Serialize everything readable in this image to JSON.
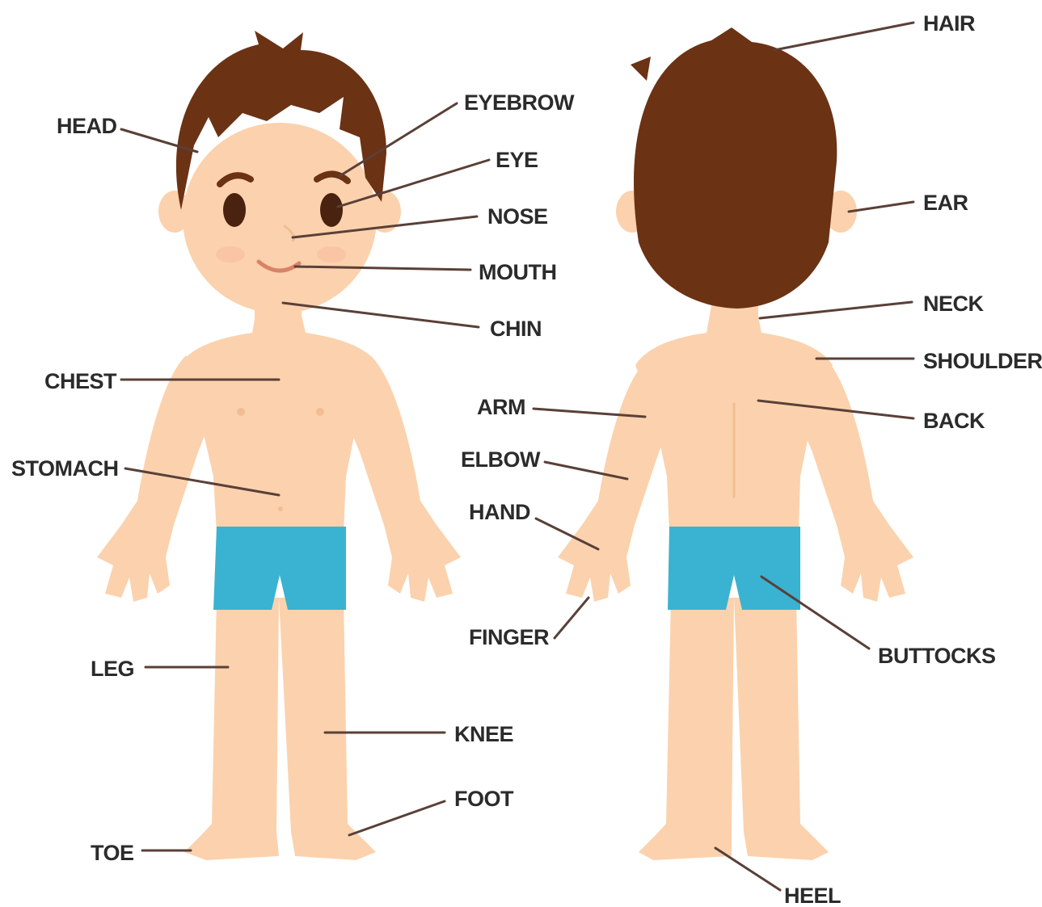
{
  "colors": {
    "skin": "#fbd2ad",
    "skin_shade": "#f3bd93",
    "hair": "#6b3214",
    "shorts": "#39b3d1",
    "eye": "#4a2210",
    "leader": "#5a4038",
    "text": "#2b2b2b"
  },
  "labels": {
    "front": {
      "head": "HEAD",
      "eyebrow": "EYEBROW",
      "eye": "EYE",
      "nose": "NOSE",
      "mouth": "MOUTH",
      "chin": "CHIN",
      "chest": "CHEST",
      "stomach": "STOMACH",
      "leg": "LEG",
      "knee": "KNEE",
      "foot": "FOOT",
      "toe": "TOE"
    },
    "back": {
      "hair": "HAIR",
      "ear": "EAR",
      "neck": "NECK",
      "shoulder": "SHOULDER",
      "back": "BACK",
      "arm": "ARM",
      "elbow": "ELBOW",
      "hand": "HAND",
      "finger": "FINGER",
      "buttocks": "BUTTOCKS",
      "heel": "HEEL"
    }
  }
}
